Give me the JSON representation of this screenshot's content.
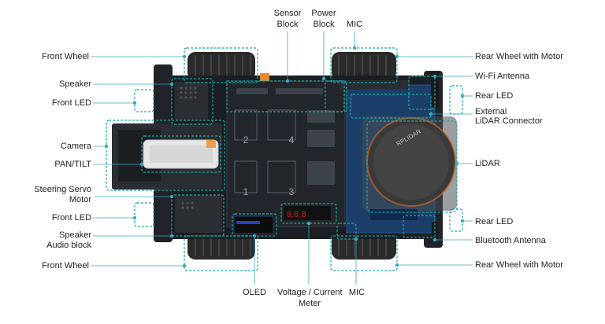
{
  "colors": {
    "accent": "#1aa6a6",
    "leader": "#3aa9c0",
    "chassis": "#1b1e22",
    "pcb": "#23272b",
    "pcb_blue": "#1c3f6a",
    "tire": "#2a2a2a",
    "lidar": "#3a3a3a",
    "orange": "#e88a2a"
  },
  "labels": {
    "front_wheel_top": "Front Wheel",
    "speaker": "Speaker",
    "front_led_top": "Front LED",
    "camera": "Camera",
    "pan_tilt": "PAN/TILT",
    "steering_servo": "Steering Servo",
    "motor": "Motor",
    "front_led_bottom": "Front LED",
    "speaker_audio": "Speaker",
    "audio_block": "Audio block",
    "front_wheel_bottom": "Front Wheel",
    "sensor": "Sensor",
    "block_sensor": "Block",
    "power": "Power",
    "block_power": "Block",
    "mic_top": "MIC",
    "rear_wheel_top": "Rear Wheel with Motor",
    "wifi_antenna": "Wi-Fi Antenna",
    "rear_led_top": "Rear LED",
    "external": "External",
    "lidar_connector": "LiDAR Connector",
    "lidar": "LiDAR",
    "rear_led_bottom": "Rear LED",
    "bluetooth_antenna": "Bluetooth Antenna",
    "rear_wheel_bottom": "Rear Wheel with Motor",
    "oled": "OLED",
    "voltage_current": "Voltage / Current",
    "meter": "Meter",
    "mic_bottom": "MIC"
  },
  "board_text": {
    "lidar_brand": "RPLIDAR",
    "block_numbers": [
      "1",
      "2",
      "3",
      "4"
    ]
  }
}
